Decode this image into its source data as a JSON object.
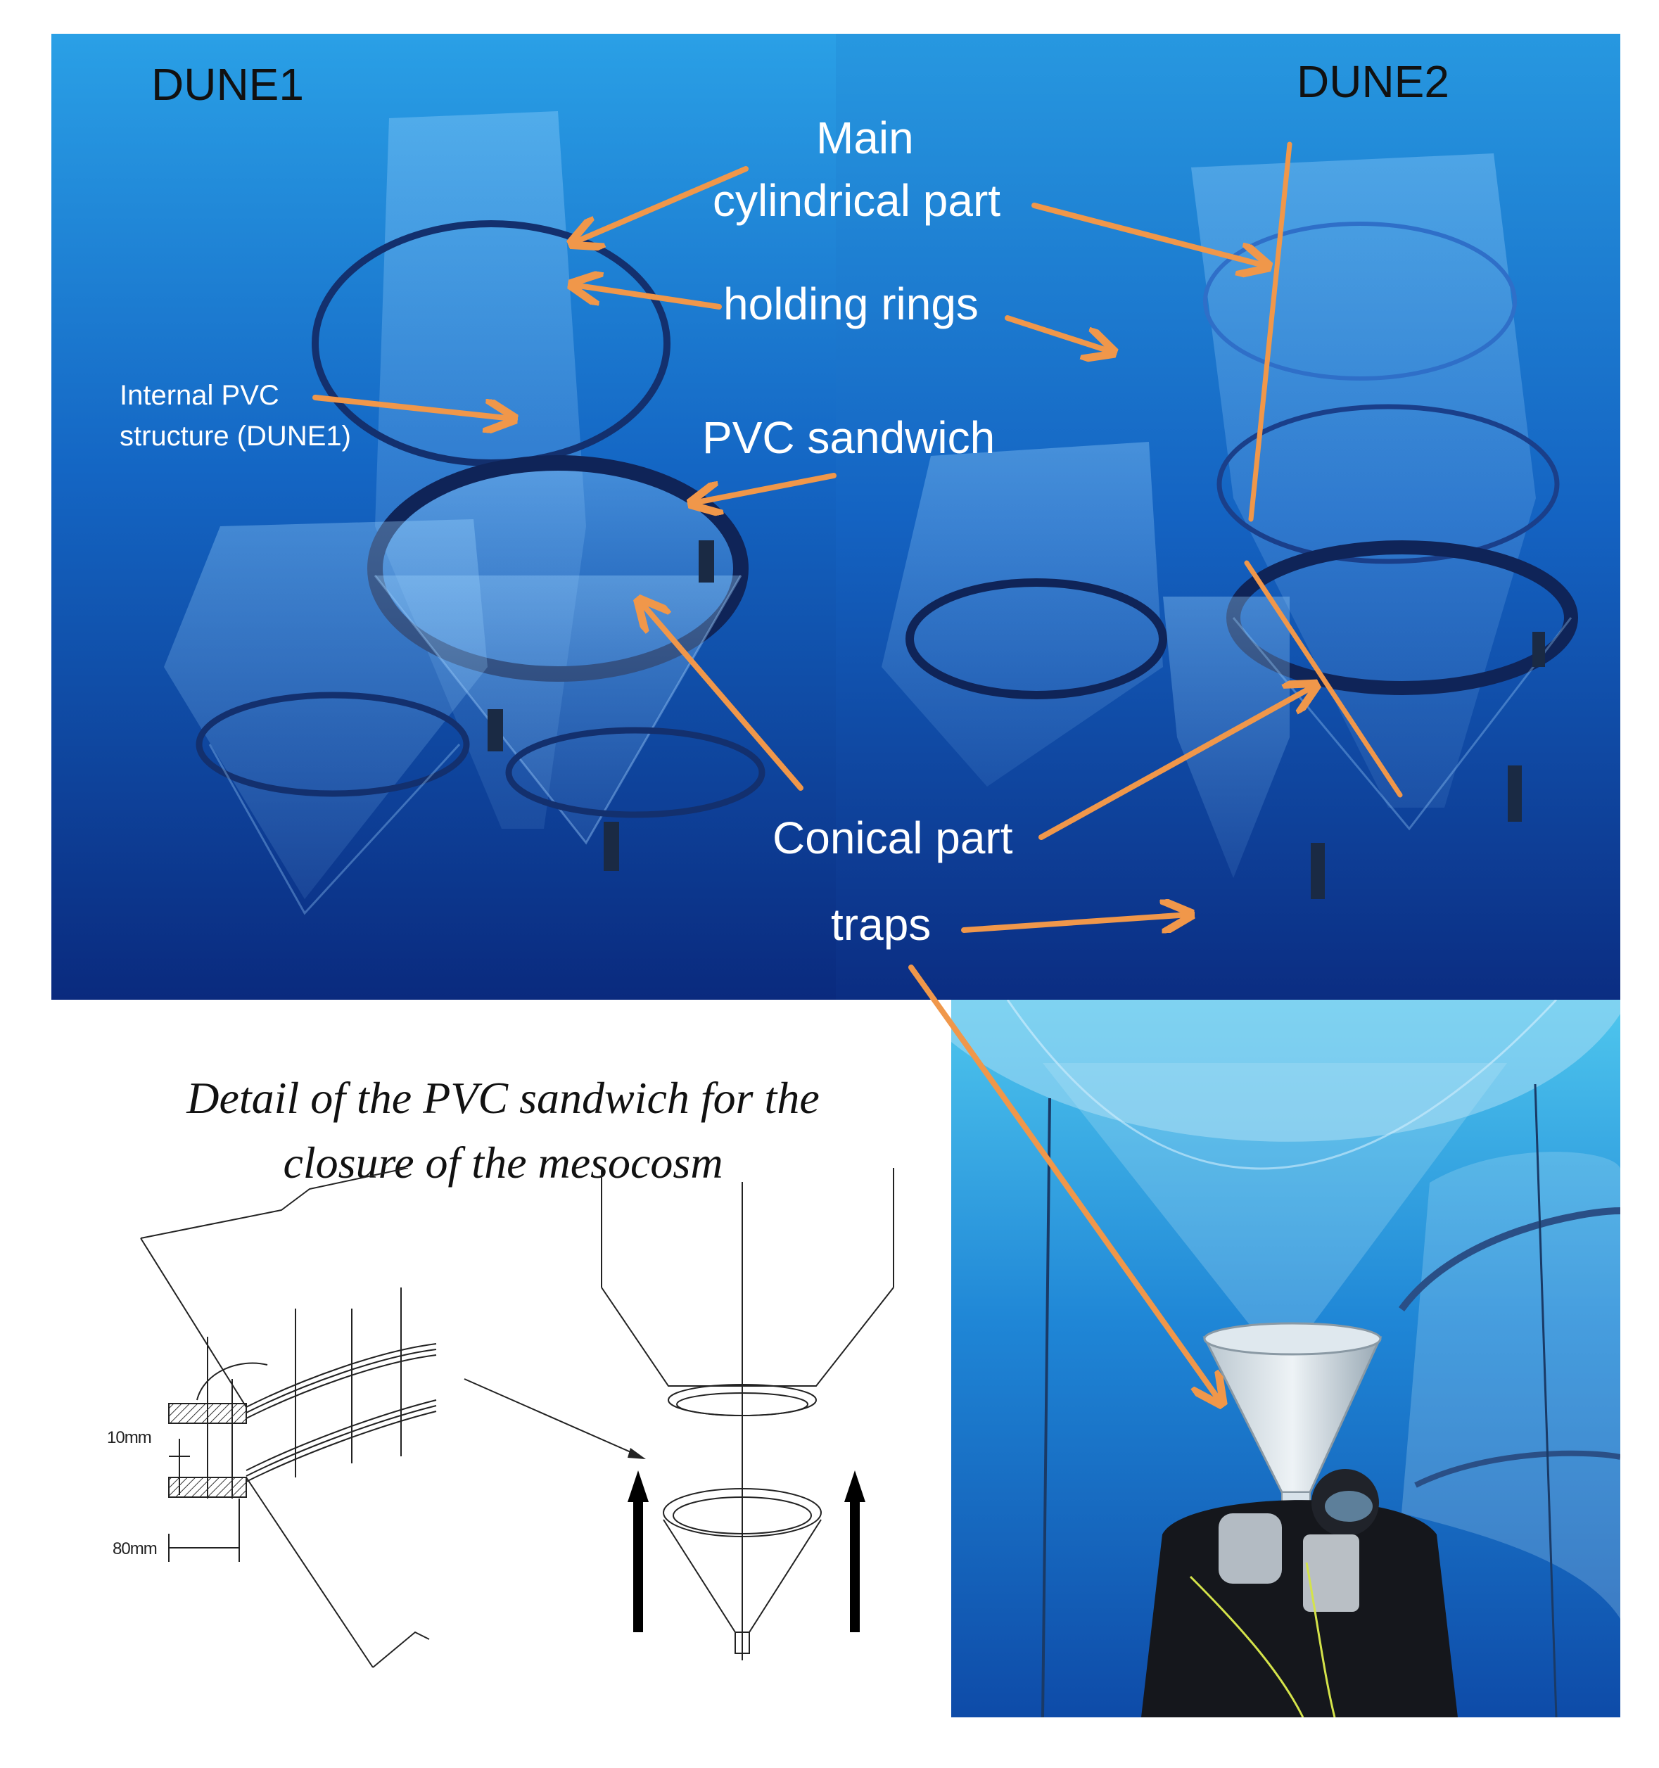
{
  "panels": {
    "left_name": "DUNE1",
    "right_name": "DUNE2"
  },
  "labels": {
    "main_line1": "Main",
    "main_line2": "cylindrical part",
    "holding_rings": "holding rings",
    "internal_pvc_line1": "Internal PVC",
    "internal_pvc_line2": "structure (DUNE1)",
    "pvc_sandwich": "PVC sandwich",
    "conical_part": "Conical part",
    "traps": "traps"
  },
  "detail": {
    "title_line1": "Detail of the PVC sandwich for the",
    "title_line2": "closure of the mesocosm",
    "dim_10mm": "10mm",
    "dim_80mm": "80mm"
  },
  "colors": {
    "arrow": "#f0974a",
    "water_light": "#1f8fd8",
    "water_deep": "#0a2f86",
    "label_text": "#ffffff"
  }
}
